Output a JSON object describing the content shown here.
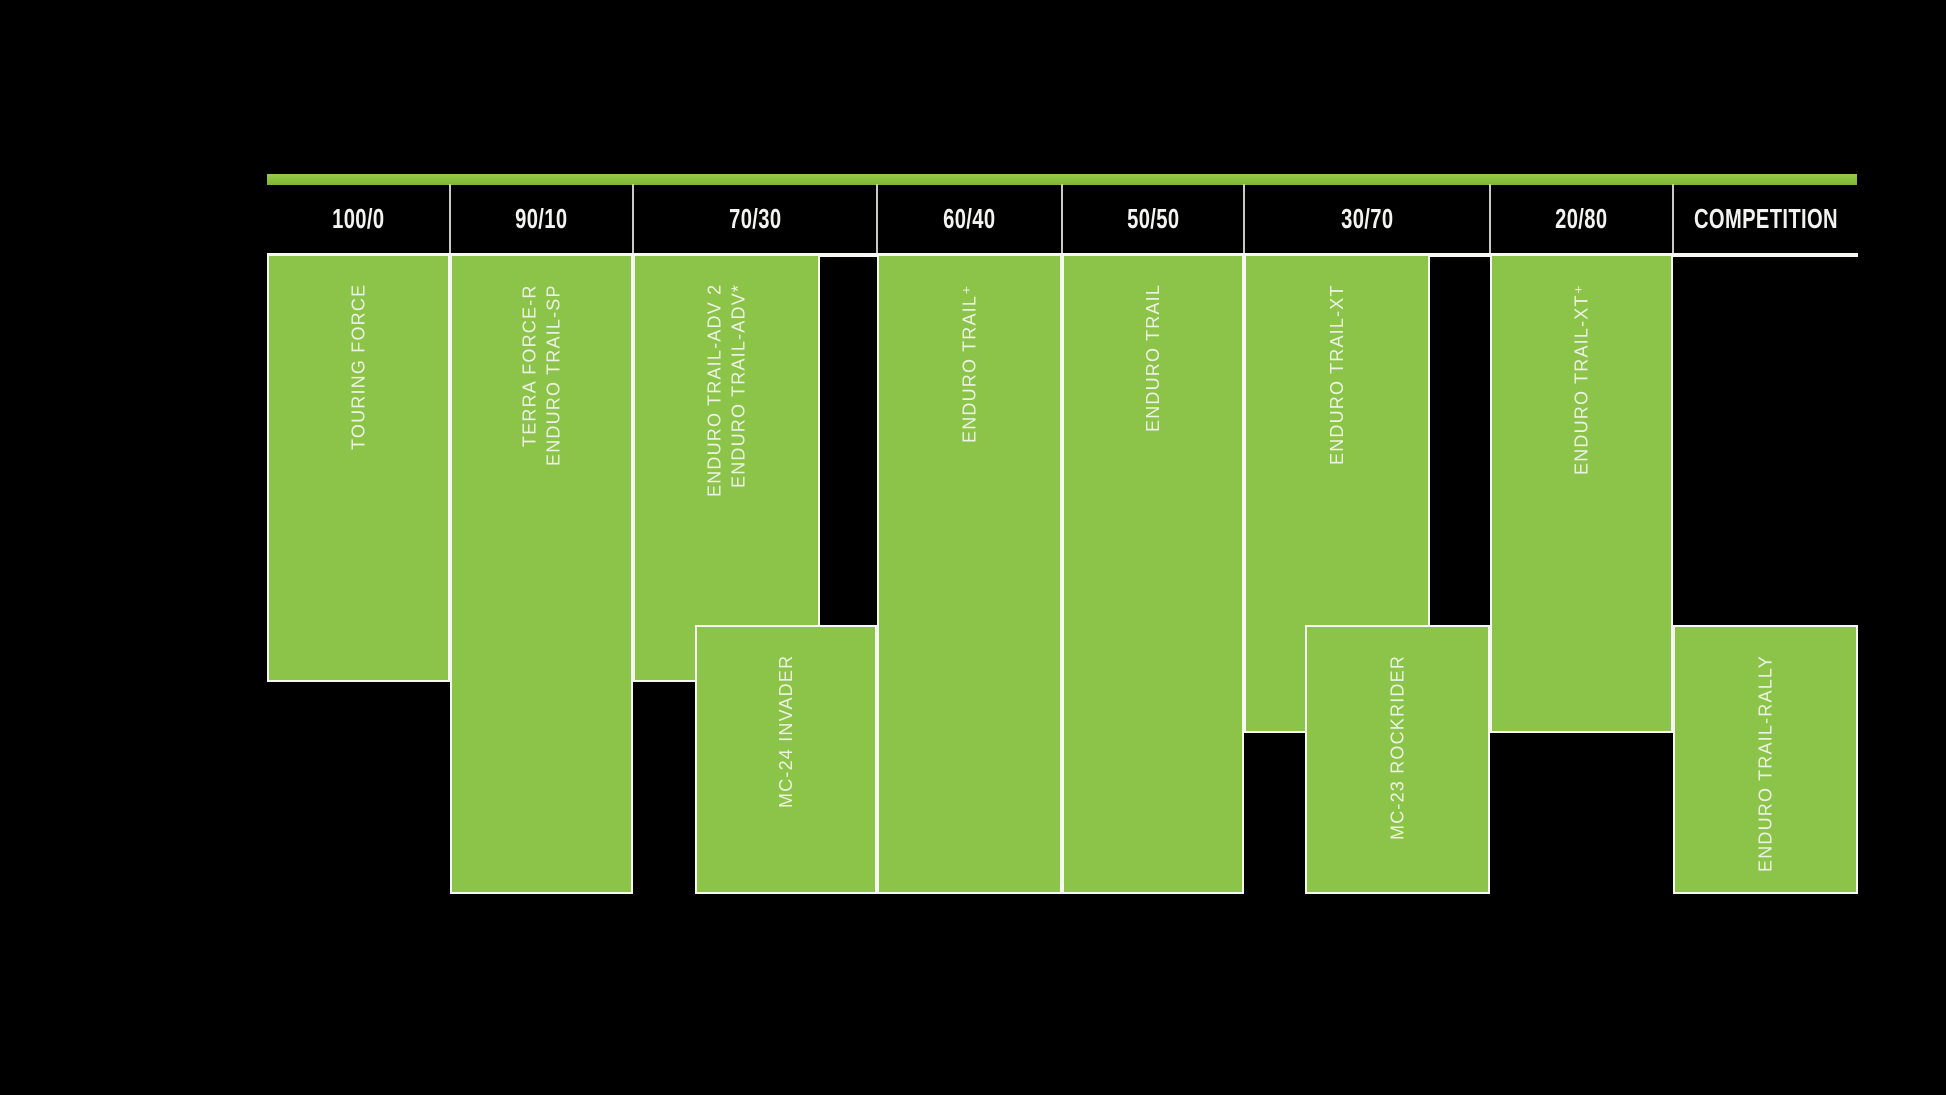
{
  "page": {
    "background": "#000000"
  },
  "colors": {
    "block_green": "#8cc44a",
    "bar_green": "#8dc63f",
    "border_white": "#f7f8f2",
    "separator_gray": "#c9cbc3",
    "header_text": "#f3f3f1",
    "block_label_text": "#eef2e6"
  },
  "chart_data": {
    "type": "table",
    "columns": [
      "100/0",
      "90/10",
      "70/30",
      "60/40",
      "50/50",
      "30/70",
      "20/80",
      "COMPETITION"
    ],
    "legend_note": "columns are on-road/off-road ratio headers; blocks are tire models spanning ratio ranges",
    "blocks": [
      {
        "id": "touring-force",
        "lines": [
          "TOURING FORCE"
        ],
        "col_start": "100/0",
        "col_end": "100/0",
        "band": "upper"
      },
      {
        "id": "terra-force-r-enduro-trail-sp",
        "lines": [
          "TERRA FORCE-R",
          "ENDURO TRAIL-SP"
        ],
        "col_start": "90/10",
        "col_end": "90/10",
        "band": "full"
      },
      {
        "id": "enduro-trail-adv-2",
        "lines": [
          "ENDURO TRAIL-ADV 2",
          "ENDURO TRAIL-ADV*"
        ],
        "col_start": "70/30",
        "col_end": "70/30",
        "band": "upper"
      },
      {
        "id": "mc-24-invader",
        "lines": [
          "MC-24 INVADER"
        ],
        "col_start": "70/30",
        "col_end": "60/40",
        "band": "lower"
      },
      {
        "id": "enduro-trail-plus",
        "lines": [
          "ENDURO TRAIL⁺"
        ],
        "col_start": "60/40",
        "col_end": "60/40",
        "band": "full"
      },
      {
        "id": "enduro-trail",
        "lines": [
          "ENDURO TRAIL"
        ],
        "col_start": "50/50",
        "col_end": "50/50",
        "band": "full"
      },
      {
        "id": "enduro-trail-xt",
        "lines": [
          "ENDURO TRAIL-XT"
        ],
        "col_start": "30/70",
        "col_end": "30/70",
        "band": "upper"
      },
      {
        "id": "mc-23-rockrider",
        "lines": [
          "MC-23 ROCKRIDER"
        ],
        "col_start": "30/70",
        "col_end": "30/70",
        "band": "lower"
      },
      {
        "id": "enduro-trail-xt-plus",
        "lines": [
          "ENDURO TRAIL-XT⁺"
        ],
        "col_start": "20/80",
        "col_end": "20/80",
        "band": "upper"
      },
      {
        "id": "enduro-trail-rally",
        "lines": [
          "ENDURO TRAIL-RALLY"
        ],
        "col_start": "COMPETITION",
        "col_end": "COMPETITION",
        "band": "lower"
      }
    ]
  }
}
